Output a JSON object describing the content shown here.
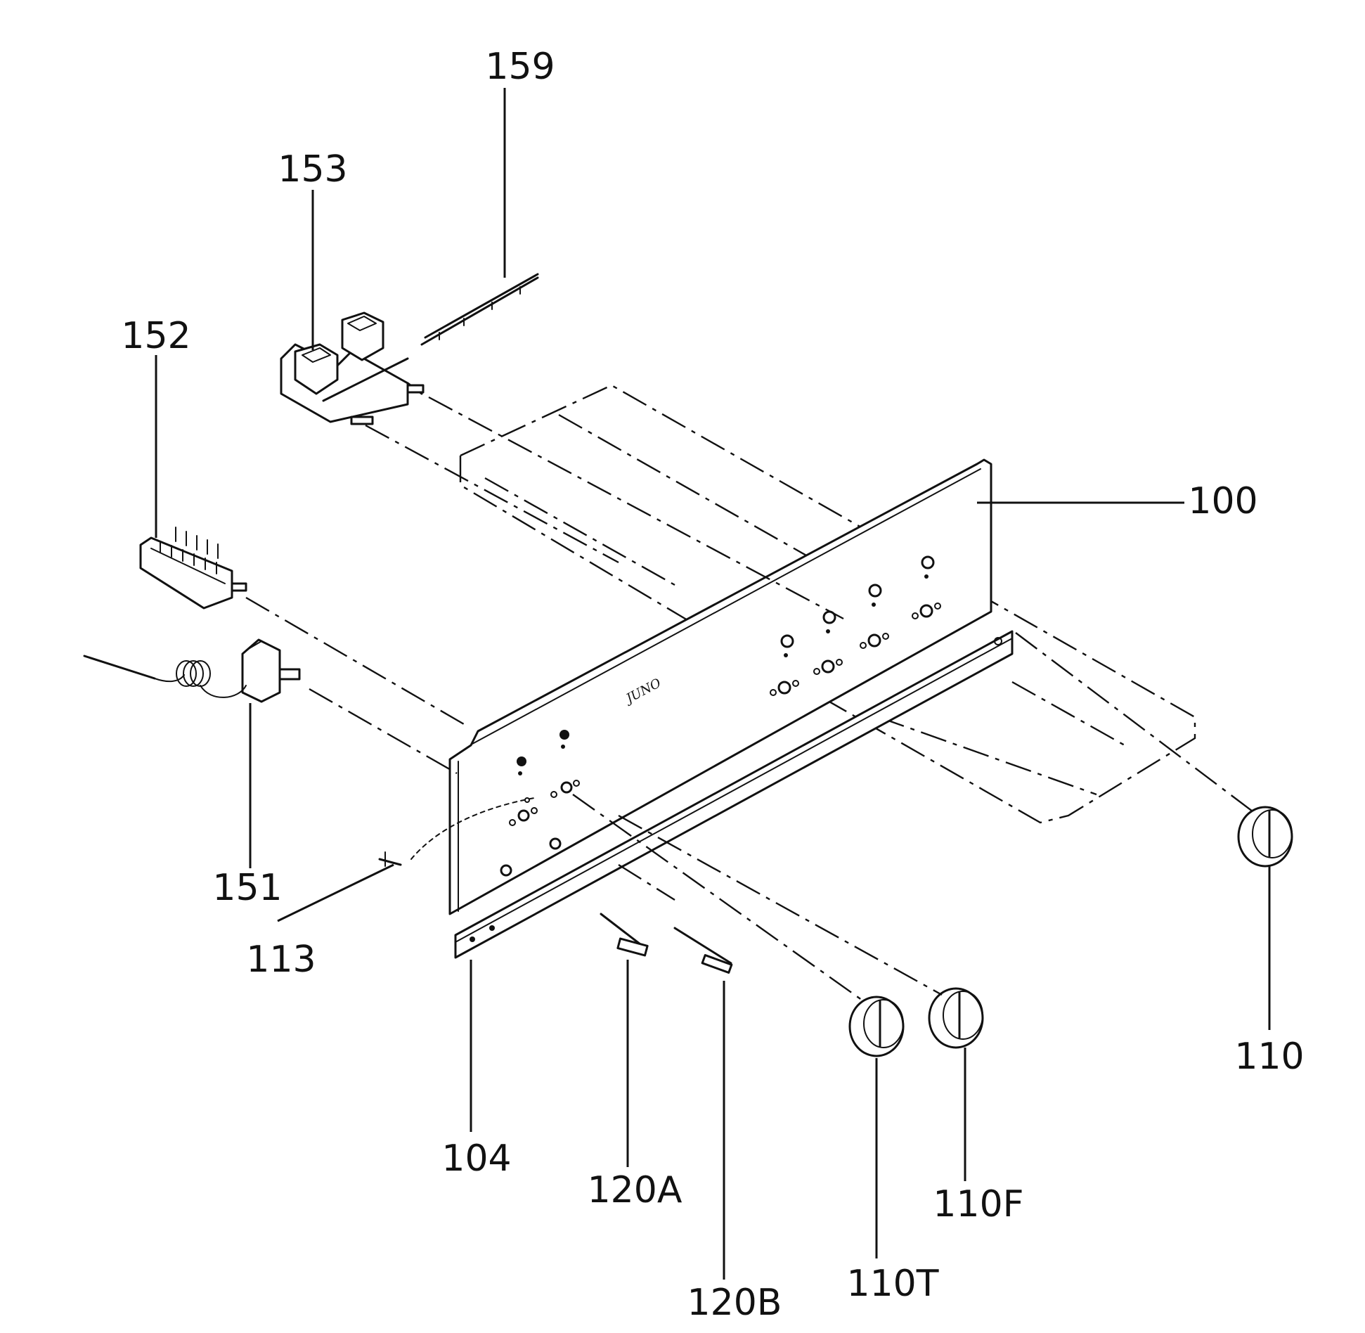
{
  "diagram": {
    "type": "exploded parts diagram",
    "panel_brand": "JUNO",
    "callouts": [
      {
        "id": "159",
        "text": "159"
      },
      {
        "id": "153",
        "text": "153"
      },
      {
        "id": "152",
        "text": "152"
      },
      {
        "id": "100",
        "text": "100"
      },
      {
        "id": "151",
        "text": "151"
      },
      {
        "id": "113",
        "text": "113"
      },
      {
        "id": "110",
        "text": "110"
      },
      {
        "id": "104",
        "text": "104"
      },
      {
        "id": "120A",
        "text": "120A"
      },
      {
        "id": "120B",
        "text": "120B"
      },
      {
        "id": "110T",
        "text": "110T"
      },
      {
        "id": "110F",
        "text": "110F"
      }
    ]
  }
}
